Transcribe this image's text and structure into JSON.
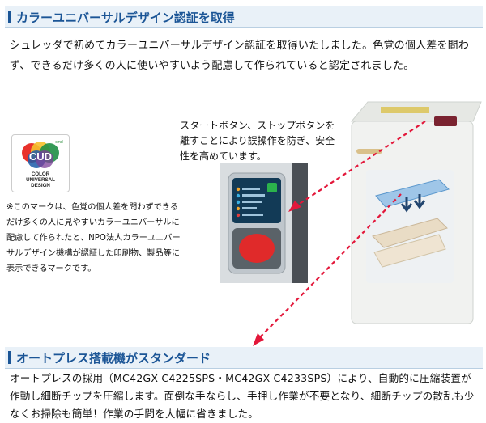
{
  "section1": {
    "title": "カラーユニバーサルデザイン認証を取得",
    "intro": "シュレッダで初めてカラーユニバーサルデザイン認証を取得いたしました。色覚の個人差を問わず、できるだけ多くの人に使いやすいよう配慮して作られていると認定されました。"
  },
  "badge": {
    "mark": "CUD",
    "small_label": "cmd",
    "line1": "COLOR",
    "line2": "UNIVERSAL",
    "line3": "DESIGN"
  },
  "note": "※このマークは、色覚の個人差を問わずできるだけ多くの人に見やすいカラーユニバーサルに配慮して作られたと、NPO法人カラーユニバーサルデザイン機構が認証した印刷物、製品等に表示できるマークです。",
  "callout": "スタートボタン、ストップボタンを離すことにより誤操作を防ぎ、安全性を高めています。",
  "section2": {
    "title": "オートプレス搭載機がスタンダード",
    "body": "オートプレスの採用（MC42GX-C4225SPS・MC42GX-C4233SPS）により、自動的に圧縮装置が作動し細断チップを圧縮します。面倒な手ならし、手押し作業が不要となり、細断チップの散乱も少なくお掃除も簡単！作業の手間を大幅に省きました。"
  },
  "colors": {
    "heading": "#1b5596",
    "heading_bg": "#e9f1f8",
    "arrow": "#e3173a",
    "stop_button": "#e02a2a",
    "start_button": "#2bb24c"
  }
}
